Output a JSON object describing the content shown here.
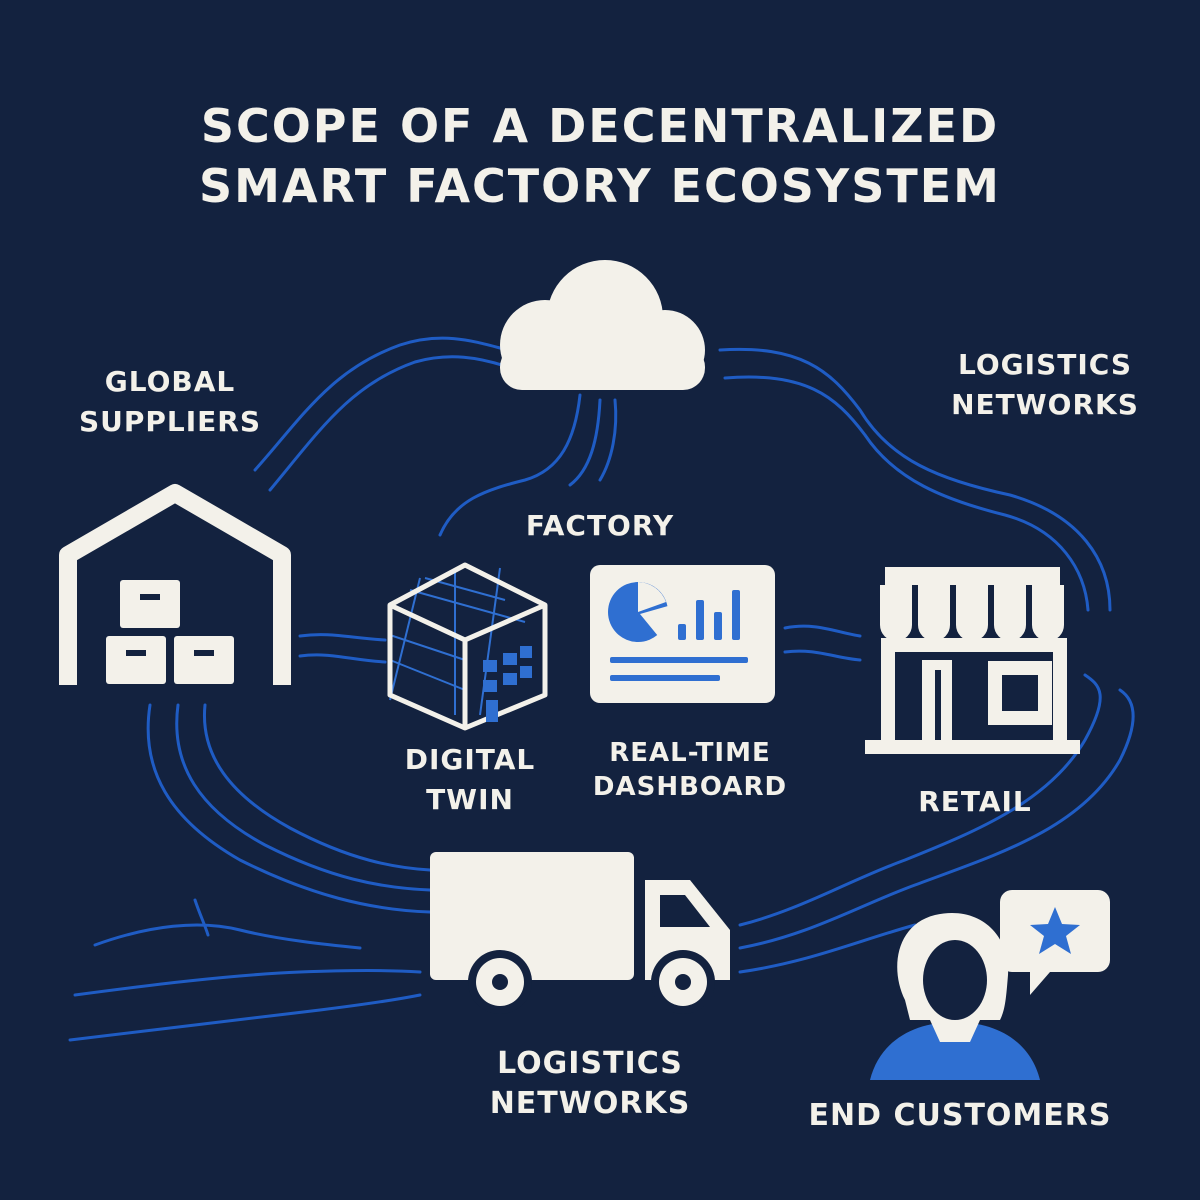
{
  "title": {
    "line1": "SCOPE OF A DECENTRALIZED",
    "line2": "SMART FACTORY ECOSYSTEM"
  },
  "nodes": {
    "global_suppliers": {
      "line1": "GLOBAL",
      "line2": "SUPPLIERS",
      "icon": "warehouse-icon"
    },
    "logistics_top": {
      "line1": "LOGISTICS",
      "line2": "NETWORKS"
    },
    "cloud": {
      "icon": "cloud-icon"
    },
    "factory": {
      "label": "FACTORY"
    },
    "digital_twin": {
      "line1": "DIGITAL",
      "line2": "TWIN",
      "icon": "digital-twin-cube-icon"
    },
    "dashboard": {
      "line1": "REAL-TIME",
      "line2": "DASHBOARD",
      "icon": "dashboard-icon"
    },
    "retail": {
      "label": "RETAIL",
      "icon": "storefront-icon"
    },
    "logistics_bottom": {
      "line1": "LOGISTICS",
      "line2": "NETWORKS",
      "icon": "truck-icon"
    },
    "end_customers": {
      "label": "END CUSTOMERS",
      "icon": "customer-review-icon"
    }
  },
  "colors": {
    "background": "#13223f",
    "icon": "#f3f1ea",
    "accent": "#2f6fd1",
    "flow_line": "#1f5cc4"
  }
}
